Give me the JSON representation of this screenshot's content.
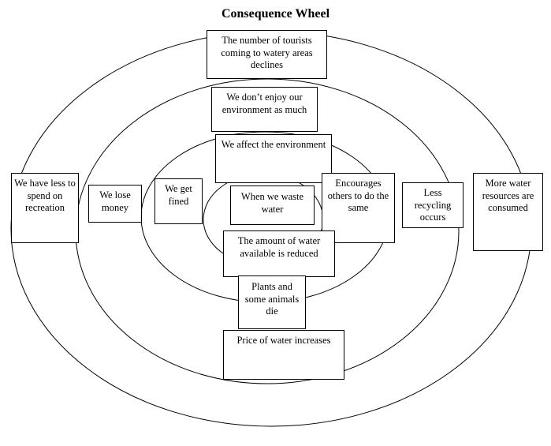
{
  "diagram": {
    "title": "Consequence Wheel",
    "boxes": {
      "center": "When we waste water",
      "affect_environment": "We affect the environment",
      "water_reduced": "The amount of water available is reduced",
      "get_fined": "We get fined",
      "encourages_others": "Encourages others to do the same",
      "dont_enjoy": "We don’t enjoy our environment as much",
      "lose_money": "We lose money",
      "less_recycling": "Less recycling occurs",
      "plants_die": "Plants and some animals die",
      "price_increases": "Price of water increases",
      "tourists_decline": "The number of tourists coming to watery areas declines",
      "less_recreation": "We have less to spend on recreation",
      "more_resources": "More water resources are consumed"
    }
  }
}
